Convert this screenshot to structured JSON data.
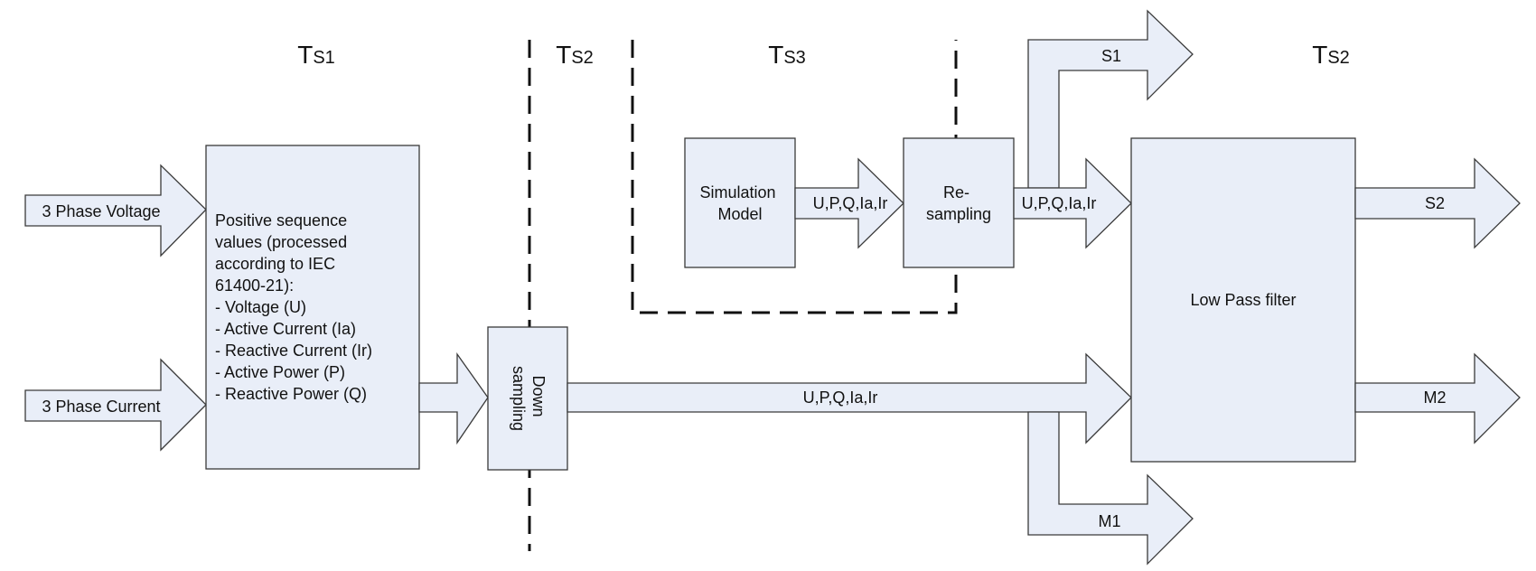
{
  "time_steps": {
    "ts1": {
      "main": "T",
      "sub": "S1"
    },
    "ts2_left": {
      "main": "T",
      "sub": "S2"
    },
    "ts3": {
      "main": "T",
      "sub": "S3"
    },
    "ts2_right": {
      "main": "T",
      "sub": "S2"
    }
  },
  "inputs": {
    "voltage": "3 Phase Voltage",
    "current": "3 Phase Current"
  },
  "positive_sequence_box": {
    "lines": [
      "Positive sequence",
      "values (processed",
      "according to IEC",
      "61400-21):",
      "- Voltage (U)",
      "- Active Current (Ia)",
      "- Reactive Current (Ir)",
      "- Active Power (P)",
      "- Reactive Power (Q)"
    ]
  },
  "downsampling_box": {
    "lines": [
      "Down",
      "sampling"
    ]
  },
  "simulation_box": {
    "lines": [
      "Simulation",
      "Model"
    ]
  },
  "resampling_box": {
    "lines": [
      "Re-",
      "sampling"
    ]
  },
  "lowpass_box": {
    "label": "Low Pass filter"
  },
  "signals": {
    "sim_out": "U,P,Q,Ia,Ir",
    "resample_out": "U,P,Q,Ia,Ir",
    "main_bus": "U,P,Q,Ia,Ir"
  },
  "outputs": {
    "s1": "S1",
    "m1": "M1",
    "s2": "S2",
    "m2": "M2"
  }
}
